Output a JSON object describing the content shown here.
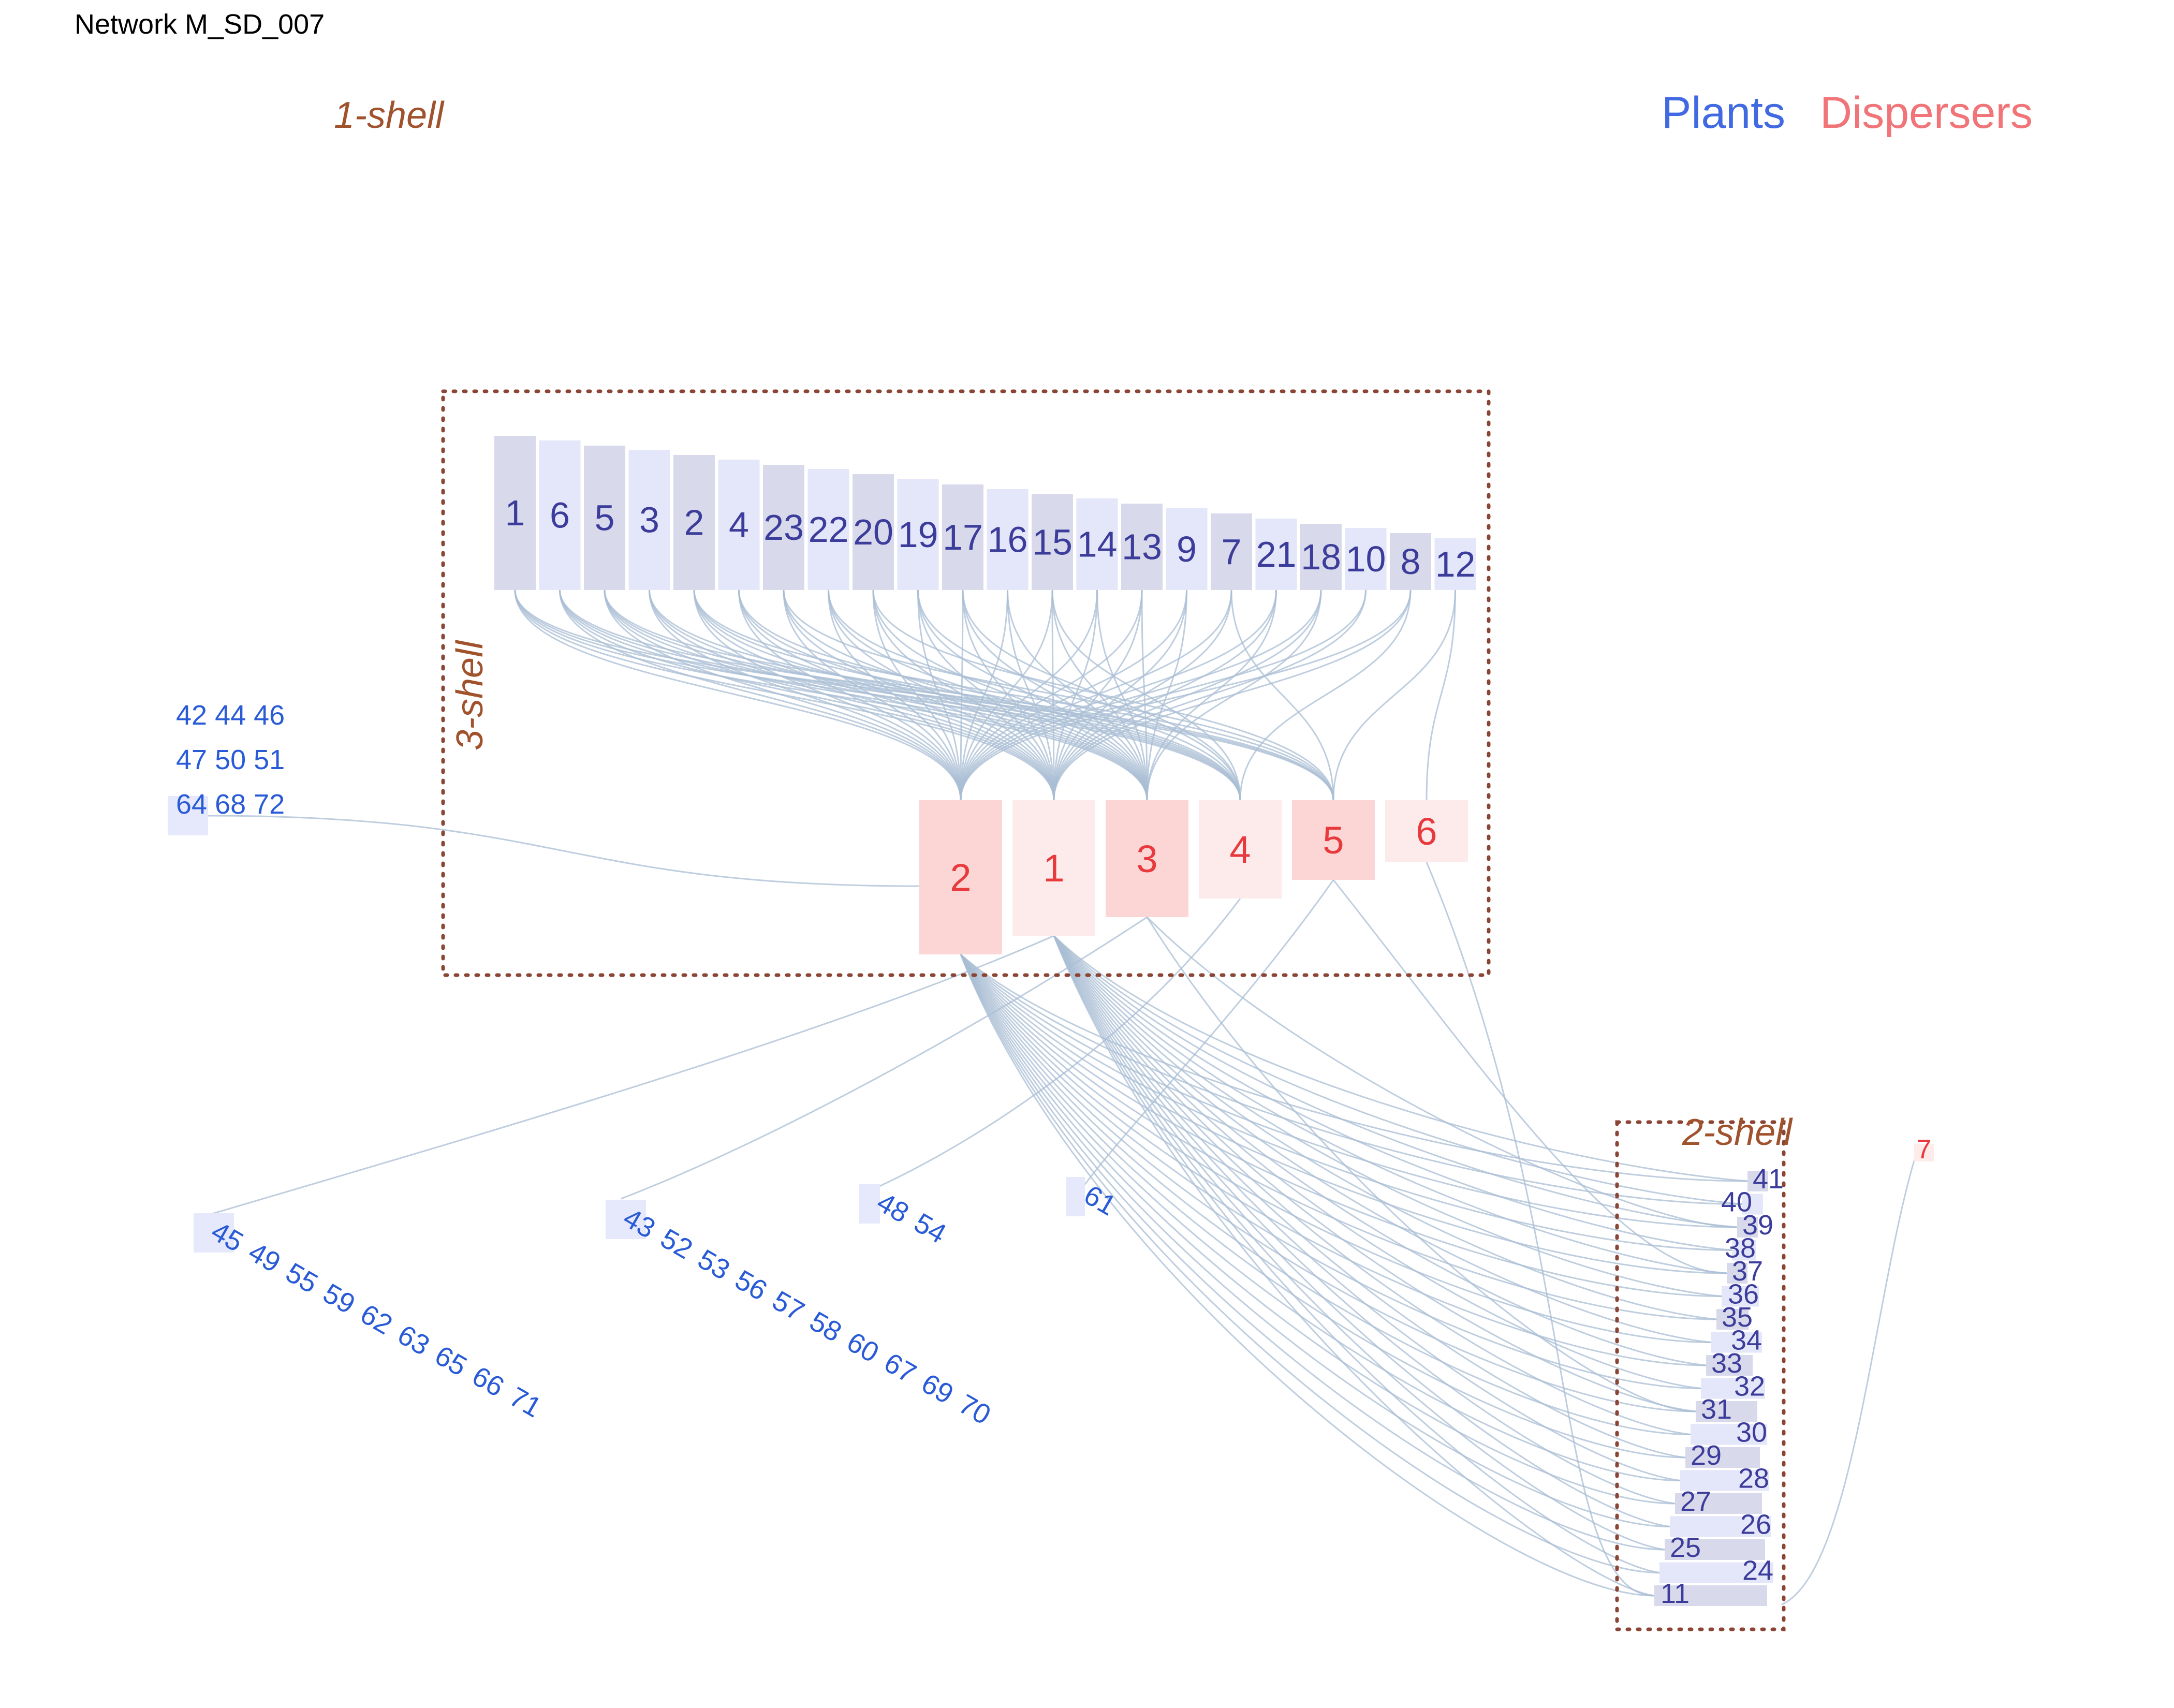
{
  "title": "Network M_SD_007",
  "legend": {
    "plants_label": "Plants",
    "dispersers_label": "Dispersers",
    "plants_color": "#4169e1",
    "dispersers_color": "#f07478"
  },
  "shells": {
    "one": "1-shell",
    "two": "2-shell",
    "three": "3-shell"
  },
  "colors": {
    "plant_fill_a": "#d9d9ec",
    "plant_fill_b": "#e4e6fa",
    "disp_fill_a": "#fcd5d5",
    "disp_fill_b": "#fcebea",
    "shell_border": "#8b4535",
    "edge": "#a9bdd4"
  },
  "core_plants": [
    "1",
    "6",
    "5",
    "3",
    "2",
    "4",
    "23",
    "22",
    "20",
    "19",
    "17",
    "16",
    "15",
    "14",
    "13",
    "9",
    "7",
    "21",
    "18",
    "10",
    "8",
    "12"
  ],
  "core_dispersers": [
    "2",
    "1",
    "3",
    "4",
    "5",
    "6"
  ],
  "shell2_plants": [
    "41",
    "40",
    "39",
    "38",
    "37",
    "36",
    "35",
    "34",
    "33",
    "32",
    "31",
    "30",
    "29",
    "28",
    "27",
    "26",
    "25",
    "24",
    "11"
  ],
  "shell2_disperser": "7",
  "shell1_groups": [
    {
      "id": "g1",
      "rows": [
        "42 44 46",
        "47 50 51",
        "64 68 72"
      ]
    },
    {
      "id": "g2",
      "labels": [
        "45",
        "49",
        "55",
        "59",
        "62",
        "63",
        "65",
        "66",
        "71"
      ]
    },
    {
      "id": "g3",
      "labels": [
        "43",
        "52",
        "53",
        "56",
        "57",
        "58",
        "60",
        "67",
        "69",
        "70"
      ]
    },
    {
      "id": "g4",
      "labels": [
        "48",
        "54"
      ]
    },
    {
      "id": "g5",
      "labels": [
        "61"
      ]
    }
  ]
}
